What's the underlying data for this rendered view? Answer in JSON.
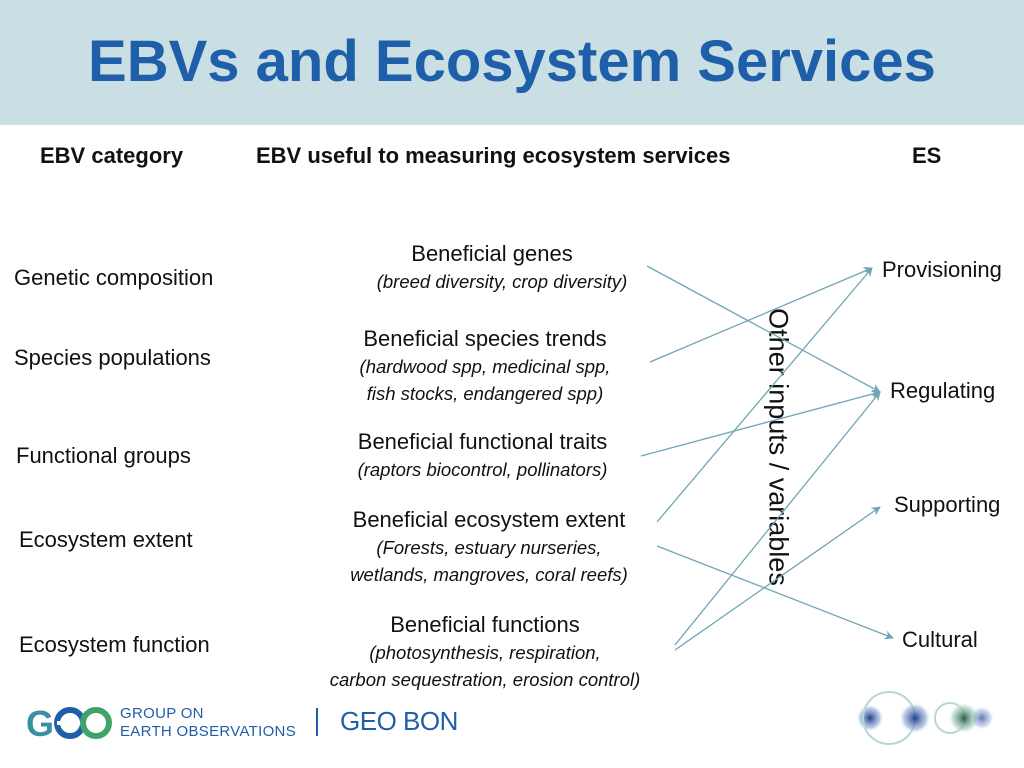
{
  "slide": {
    "title": "EBVs and Ecosystem Services"
  },
  "columns": {
    "category": "EBV category",
    "ebv": "EBV useful to measuring ecosystem services",
    "es": "ES"
  },
  "categories": [
    "Genetic composition",
    "Species populations",
    "Functional groups",
    "Ecosystem extent",
    "Ecosystem function"
  ],
  "ebvs": [
    {
      "main": "Beneficial genes",
      "sub1": "(breed diversity, crop diversity)",
      "sub2": ""
    },
    {
      "main": "Beneficial species trends",
      "sub1": "(hardwood spp, medicinal spp,",
      "sub2": "fish stocks, endangered spp)"
    },
    {
      "main": "Beneficial functional traits",
      "sub1": "(raptors  biocontrol, pollinators)",
      "sub2": ""
    },
    {
      "main": "Beneficial ecosystem extent",
      "sub1": "(Forests, estuary nurseries,",
      "sub2": "wetlands, mangroves, coral reefs)"
    },
    {
      "main": "Beneficial functions",
      "sub1": "(photosynthesis, respiration,",
      "sub2": "carbon sequestration, erosion control)"
    }
  ],
  "services": [
    "Provisioning",
    "Regulating",
    "Supporting",
    "Cultural"
  ],
  "vertical_note": "Other inputs / variables",
  "footer": {
    "geo_line1": "GROUP ON",
    "geo_line2": "EARTH OBSERVATIONS",
    "geo_bon": "GEO BON"
  },
  "colors": {
    "title": "#1f5ea8",
    "header_band": "#c9dfe4",
    "arrow": "#6fa5b5"
  }
}
